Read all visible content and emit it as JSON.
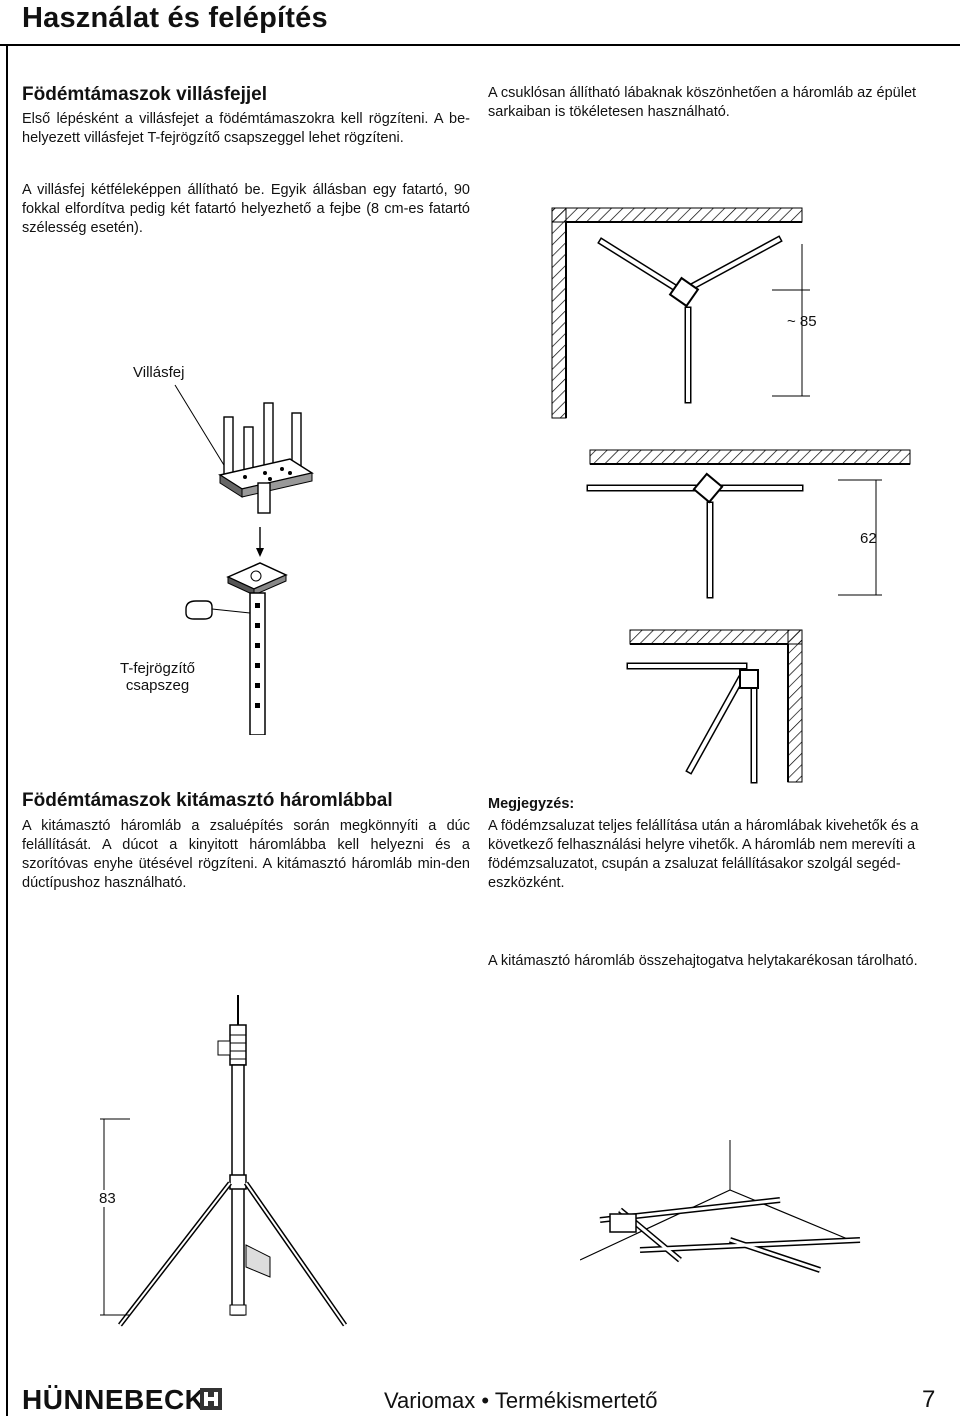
{
  "page": {
    "title": "Használat és felépítés"
  },
  "section1": {
    "heading": "Födémtámaszok villásfejjel",
    "para1": "Első lépésként a villásfejet a födémtámaszokra kell rögzíteni. A be-helyezett villásfejet T-fejrögzítő csapszeggel lehet rögzíteni.",
    "para2": "A villásfej kétféleképpen állítható be. Egyik állásban egy fatartó, 90 fokkal elfordítva pedig két fatartó helyezhető a fejbe (8 cm-es fatartó szélesség esetén).",
    "label_fork": "Villásfej",
    "label_pin_line1": "T-fejrögzítő",
    "label_pin_line2": "csapszeg"
  },
  "corner": {
    "intro": "A csuklósan állítható lábaknak köszönhetően a háromláb az épület sarkaiban is tökéletesen használható.",
    "dim_85": "~ 85",
    "dim_62": "62"
  },
  "section2": {
    "heading": "Födémtámaszok kitámasztó háromlábbal",
    "para": "A kitámasztó háromláb a zsaluépítés során megkönnyíti a dúc felállítását. A dúcot a kinyitott háromlábba kell helyezni és a szorítóvas enyhe ütésével rögzíteni. A kitámasztó háromláb min-den dúctípushoz használható.",
    "dim_83": "83"
  },
  "note": {
    "heading": "Megjegyzés:",
    "text": "A födémzsaluzat teljes felállítása után a háromlábak kivehetők és a következő felhasználási helyre vihetők. A háromláb nem merevíti a födémzsaluzatot, csupán a zsaluzat felállításakor szolgál segéd-eszközként.",
    "storage": "A kitámasztó háromláb összehajtogatva helytakarékosan tárolható."
  },
  "footer": {
    "brand": "HÜNNEBECK",
    "series_a": "Variomax",
    "bullet": "•",
    "series_b": "Termékismertető",
    "page_number": "7"
  }
}
